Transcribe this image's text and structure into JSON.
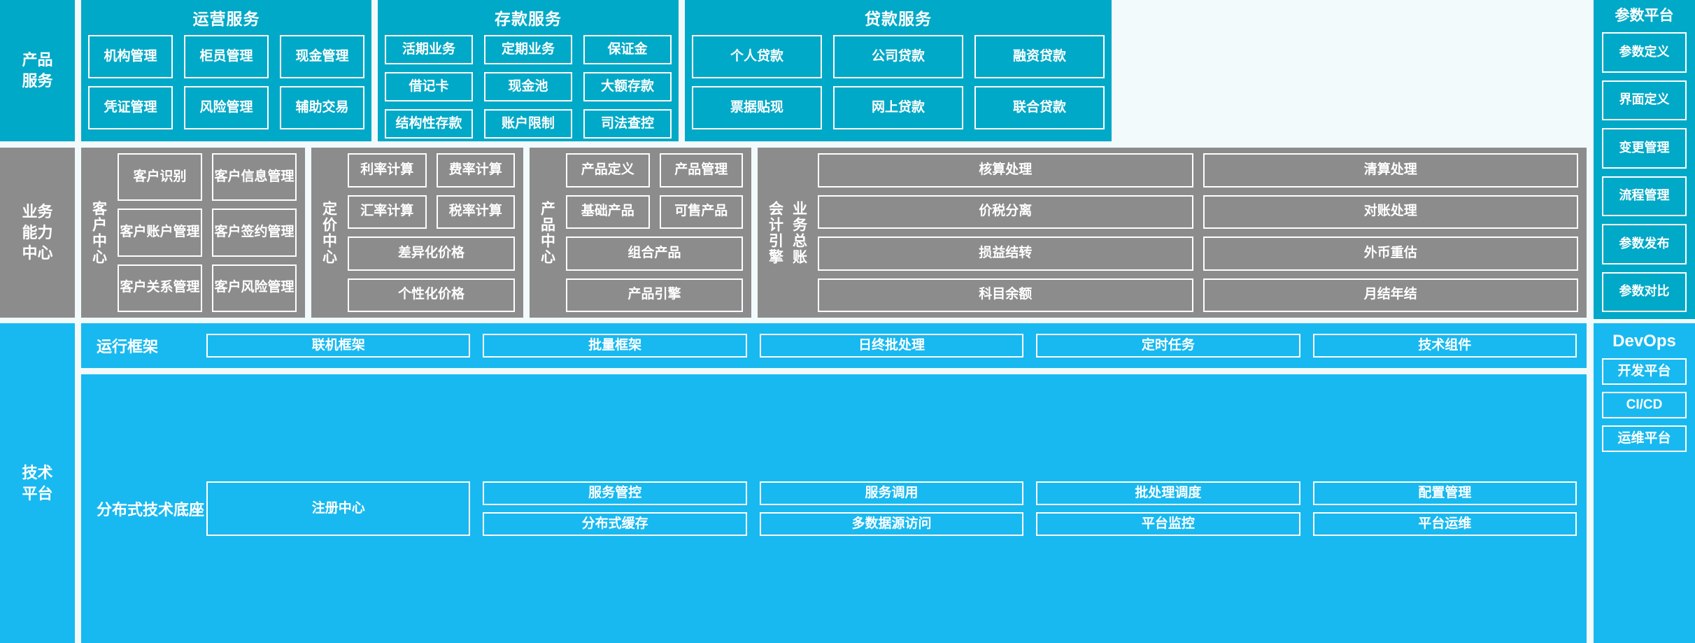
{
  "bands": {
    "product_services": {
      "label": "产品\n服务"
    },
    "business_capability": {
      "label": "业务\n能力\n中心"
    },
    "technology_platform": {
      "label": "技术\n平台"
    }
  },
  "service_groups": [
    {
      "id": "operation-services",
      "title": "运营服务",
      "items": [
        "机构管理",
        "柜员管理",
        "现金管理",
        "凭证管理",
        "风险管理",
        "辅助交易"
      ]
    },
    {
      "id": "deposit-services",
      "title": "存款服务",
      "items": [
        "活期业务",
        "定期业务",
        "保证金",
        "借记卡",
        "现金池",
        "大额存款",
        "结构性存款",
        "账户限制",
        "司法查控"
      ]
    },
    {
      "id": "loan-services",
      "title": "贷款服务",
      "items": [
        "个人贷款",
        "公司贷款",
        "融资贷款",
        "票据贴现",
        "网上贷款",
        "联合贷款"
      ]
    }
  ],
  "parameter_platform": {
    "title": "参数平台",
    "items": [
      "参数定义",
      "界面定义",
      "变更管理",
      "流程管理",
      "参数发布",
      "参数对比"
    ]
  },
  "capability_centers": [
    {
      "id": "customer-center",
      "label": "客户中心",
      "items": [
        "客户识别",
        "客户信息管理",
        "客户账户管理",
        "客户签约管理",
        "客户关系管理",
        "客户风险管理"
      ]
    },
    {
      "id": "pricing-center",
      "label": "定价中心",
      "items": [
        "利率计算",
        "费率计算",
        "汇率计算",
        "税率计算"
      ],
      "wide_items": [
        "差异化价格",
        "个性化价格"
      ]
    },
    {
      "id": "product-center",
      "label": "产品中心",
      "items": [
        "产品定义",
        "产品管理",
        "基础产品",
        "可售产品"
      ],
      "wide_items": [
        "组合产品",
        "产品引擎"
      ]
    },
    {
      "id": "accounting-center",
      "label_top": "会计引擎",
      "label_bottom": "业务总账",
      "items": [
        "核算处理",
        "清算处理",
        "价税分离",
        "对账处理",
        "损益结转",
        "外币重估",
        "科目余额",
        "月结年结"
      ]
    }
  ],
  "tech_strips": [
    {
      "id": "runtime-framework",
      "label": "运行框架",
      "columns": [
        [
          "联机框架"
        ],
        [
          "批量框架"
        ],
        [
          "日终批处理"
        ],
        [
          "定时任务"
        ],
        [
          "技术组件"
        ]
      ]
    },
    {
      "id": "distributed-foundation",
      "label": "分布式技术底座",
      "registry": "注册中心",
      "columns": [
        [
          "服务管控",
          "分布式缓存"
        ],
        [
          "服务调用",
          "多数据源访问"
        ],
        [
          "批处理调度",
          "平台监控"
        ],
        [
          "配置管理",
          "平台运维"
        ]
      ]
    }
  ],
  "devops": {
    "title": "DevOps",
    "items": [
      "开发平台",
      "CI/CD",
      "运维平台"
    ]
  },
  "colors": {
    "cyan": "#00a9c7",
    "gray": "#8c8c8c",
    "light_blue": "#18b9f0",
    "background": "#f2fafb",
    "border": "#ffffff"
  }
}
